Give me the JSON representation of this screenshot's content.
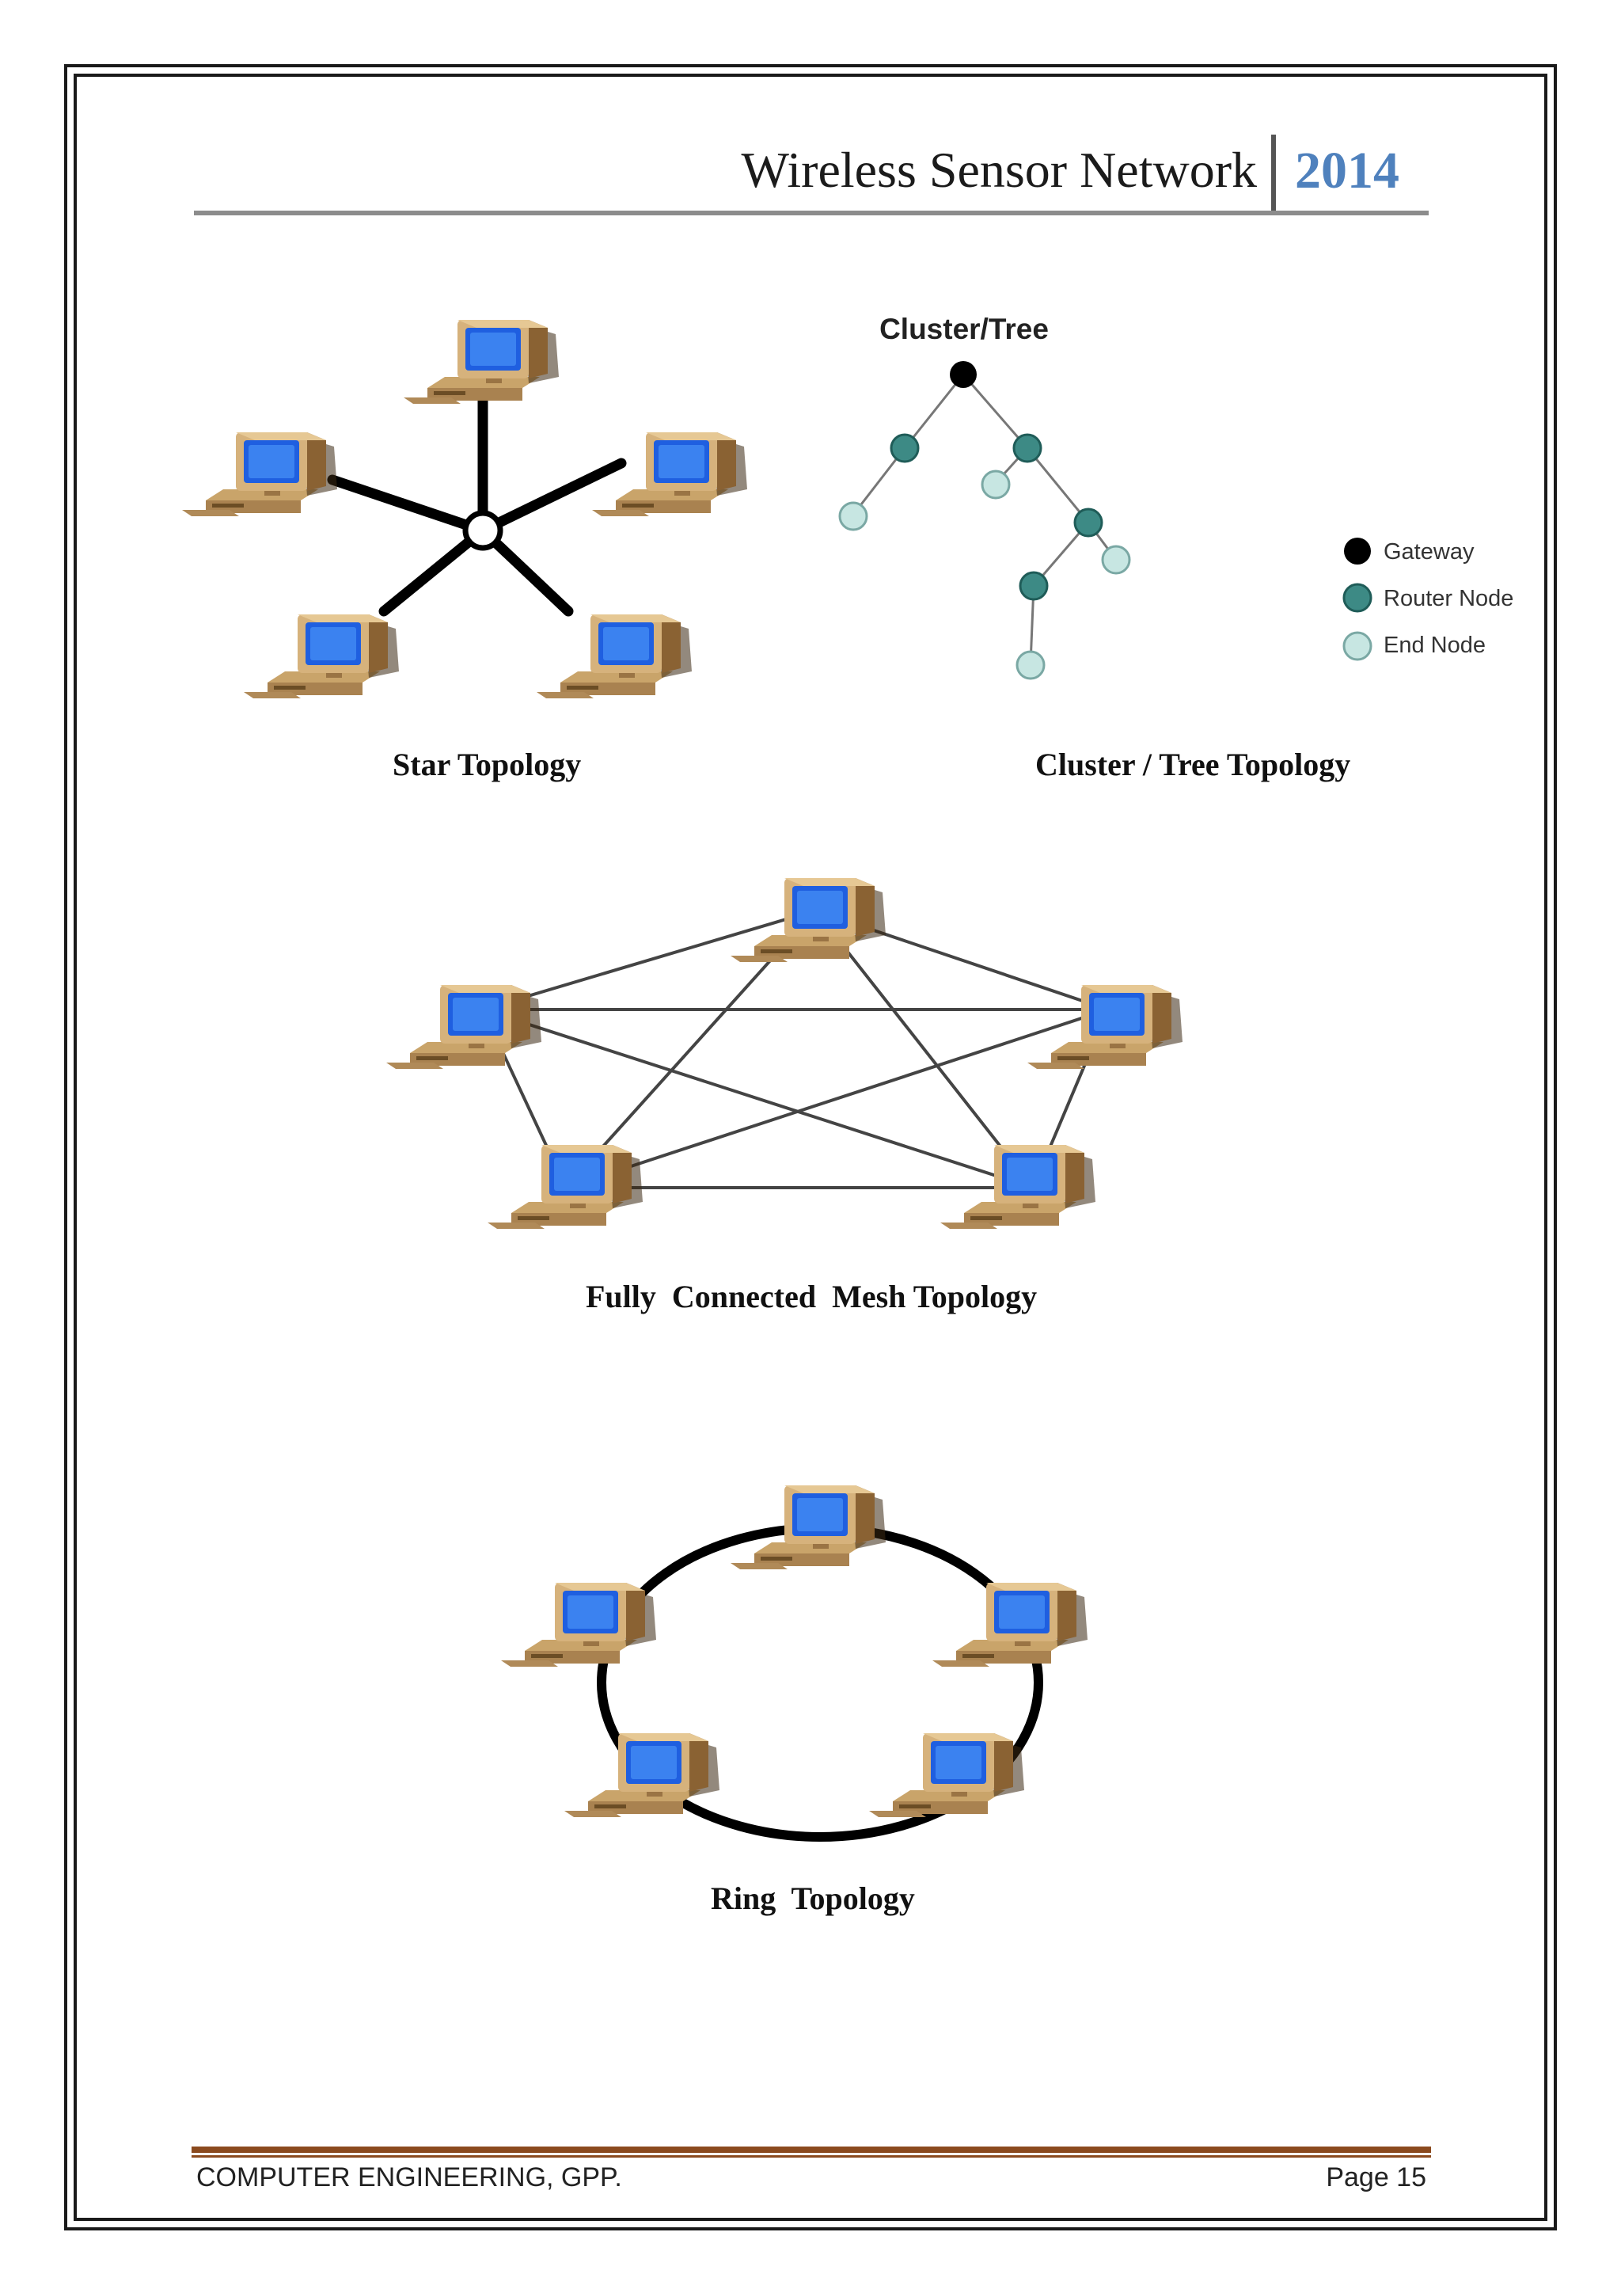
{
  "header": {
    "title": "Wireless Sensor Network",
    "year": "2014"
  },
  "figures": {
    "star_caption": "Star Topology",
    "tree_caption": "Cluster / Tree Topology",
    "tree_title": "Cluster/Tree",
    "legend": {
      "gateway": "Gateway",
      "router": "Router Node",
      "end": "End Node"
    },
    "mesh_caption": "Fully  Connected  Mesh Topology",
    "ring_caption": "Ring  Topology"
  },
  "colors": {
    "gateway": "#000000",
    "router": "#3d8a85",
    "end": "#c7e6e2",
    "year": "#4f81bd",
    "footer_rule": "#8b4a1e"
  },
  "icons": {
    "computer": "computer-icon"
  },
  "footer": {
    "left": "COMPUTER ENGINEERING, GPP.",
    "page": "Page 15"
  }
}
